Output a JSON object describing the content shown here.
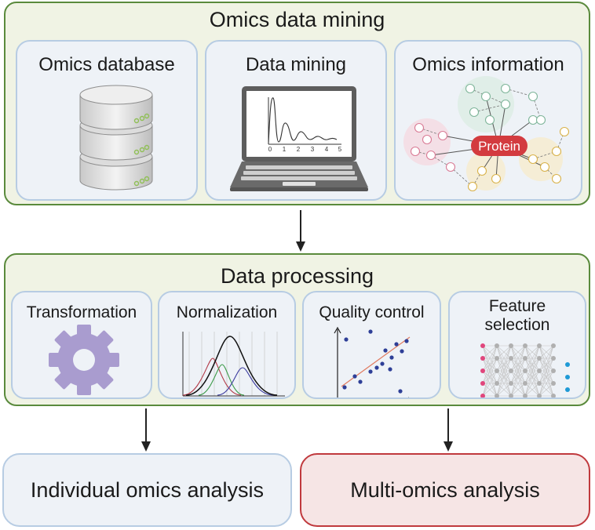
{
  "top": {
    "title": "Omics data mining",
    "cards": [
      {
        "title": "Omics database",
        "icon": "database-icon"
      },
      {
        "title": "Data mining",
        "icon": "laptop-icon",
        "axis_ticks": [
          "0",
          "1",
          "2",
          "3",
          "4",
          "5"
        ]
      },
      {
        "title": "Omics information",
        "icon": "network-icon",
        "node_label": "Protein"
      }
    ]
  },
  "middle": {
    "title": "Data processing",
    "cards": [
      {
        "title": "Transformation",
        "icon": "gear-icon"
      },
      {
        "title": "Normalization",
        "icon": "distribution-icon"
      },
      {
        "title": "Quality control",
        "icon": "scatter-icon"
      },
      {
        "title_line1": "Feature",
        "title_line2": "selection",
        "icon": "neural-network-icon"
      }
    ]
  },
  "outputs": {
    "individual": "Individual omics analysis",
    "multi": "Multi-omics analysis"
  },
  "colors": {
    "section_fill": "#f0f3e4",
    "section_border": "#5a8a3c",
    "card_fill": "#eef2f7",
    "card_border": "#b7cce3",
    "multi_fill": "#f6e5e5",
    "multi_border": "#c0393d",
    "protein": "#d33b3f",
    "gear": "#a99ccf"
  }
}
